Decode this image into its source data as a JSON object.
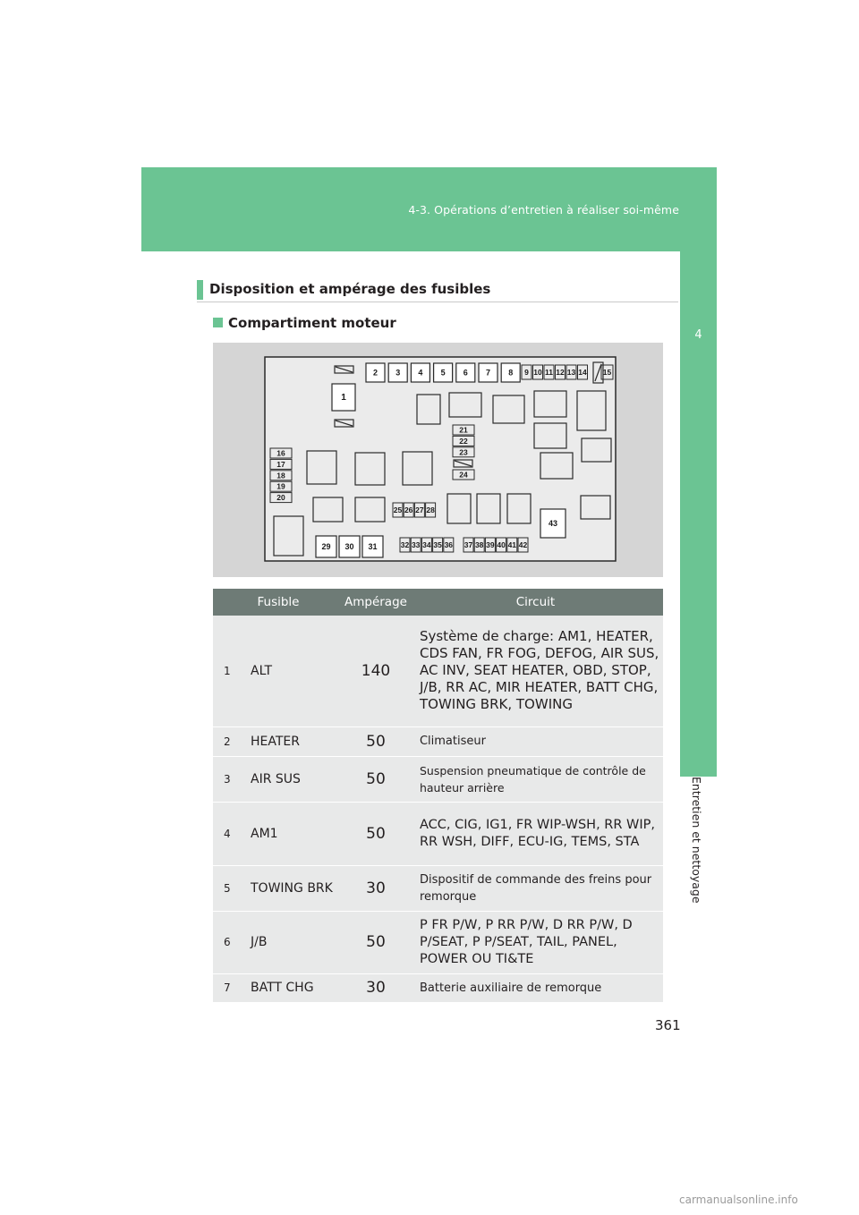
{
  "header": {
    "title": "4-3. Opérations d’entretien à réaliser soi-même"
  },
  "side_tab": {
    "number": "4",
    "label": "Entretien et nettoyage"
  },
  "section": {
    "title": "Disposition et ampérage des fusibles"
  },
  "subsection": {
    "title": "Compartiment moteur"
  },
  "diagram": {
    "labels": {
      "f1": "1",
      "f2": "2",
      "f3": "3",
      "f4": "4",
      "f5": "5",
      "f6": "6",
      "f7": "7",
      "f8": "8",
      "f9": "9",
      "f10": "10",
      "f11": "11",
      "f12": "12",
      "f13": "13",
      "f14": "14",
      "f15": "15",
      "f16": "16",
      "f17": "17",
      "f18": "18",
      "f19": "19",
      "f20": "20",
      "f21": "21",
      "f22": "22",
      "f23": "23",
      "f24": "24",
      "f25": "25",
      "f26": "26",
      "f27": "27",
      "f28": "28",
      "f29": "29",
      "f30": "30",
      "f31": "31",
      "f32": "32",
      "f33": "33",
      "f34": "34",
      "f35": "35",
      "f36": "36",
      "f37": "37",
      "f38": "38",
      "f39": "39",
      "f40": "40",
      "f41": "41",
      "f42": "42",
      "f43": "43"
    }
  },
  "table": {
    "headers": {
      "fuse": "Fusible",
      "amperage": "Ampérage",
      "circuit": "Circuit"
    },
    "rows": [
      {
        "num": "1",
        "fuse": "ALT",
        "amp": "140",
        "circuit": "Système de charge: AM1, HEATER, CDS FAN, FR FOG, DEFOG, AIR SUS, AC INV, SEAT HEATER, OBD, STOP, J/B, RR AC, MIR HEATER, BATT CHG, TOWING BRK, TOWING"
      },
      {
        "num": "2",
        "fuse": "HEATER",
        "amp": "50",
        "circuit": "Climatiseur"
      },
      {
        "num": "3",
        "fuse": "AIR SUS",
        "amp": "50",
        "circuit": "Suspension pneumatique de contrôle de hauteur arrière"
      },
      {
        "num": "4",
        "fuse": "AM1",
        "amp": "50",
        "circuit": "ACC, CIG, IG1, FR WIP-WSH, RR WIP, RR WSH, DIFF, ECU-IG, TEMS, STA"
      },
      {
        "num": "5",
        "fuse": "TOWING BRK",
        "amp": "30",
        "circuit": "Dispositif de commande des freins pour remorque"
      },
      {
        "num": "6",
        "fuse": "J/B",
        "amp": "50",
        "circuit": "P FR P/W, P RR P/W, D RR P/W, D P/SEAT, P P/SEAT, TAIL, PANEL, POWER OU TI&TE"
      },
      {
        "num": "7",
        "fuse": "BATT CHG",
        "amp": "30",
        "circuit": "Batterie auxiliaire de remorque"
      }
    ]
  },
  "page": {
    "number": "361"
  },
  "watermark": "carmanualsonline.info"
}
